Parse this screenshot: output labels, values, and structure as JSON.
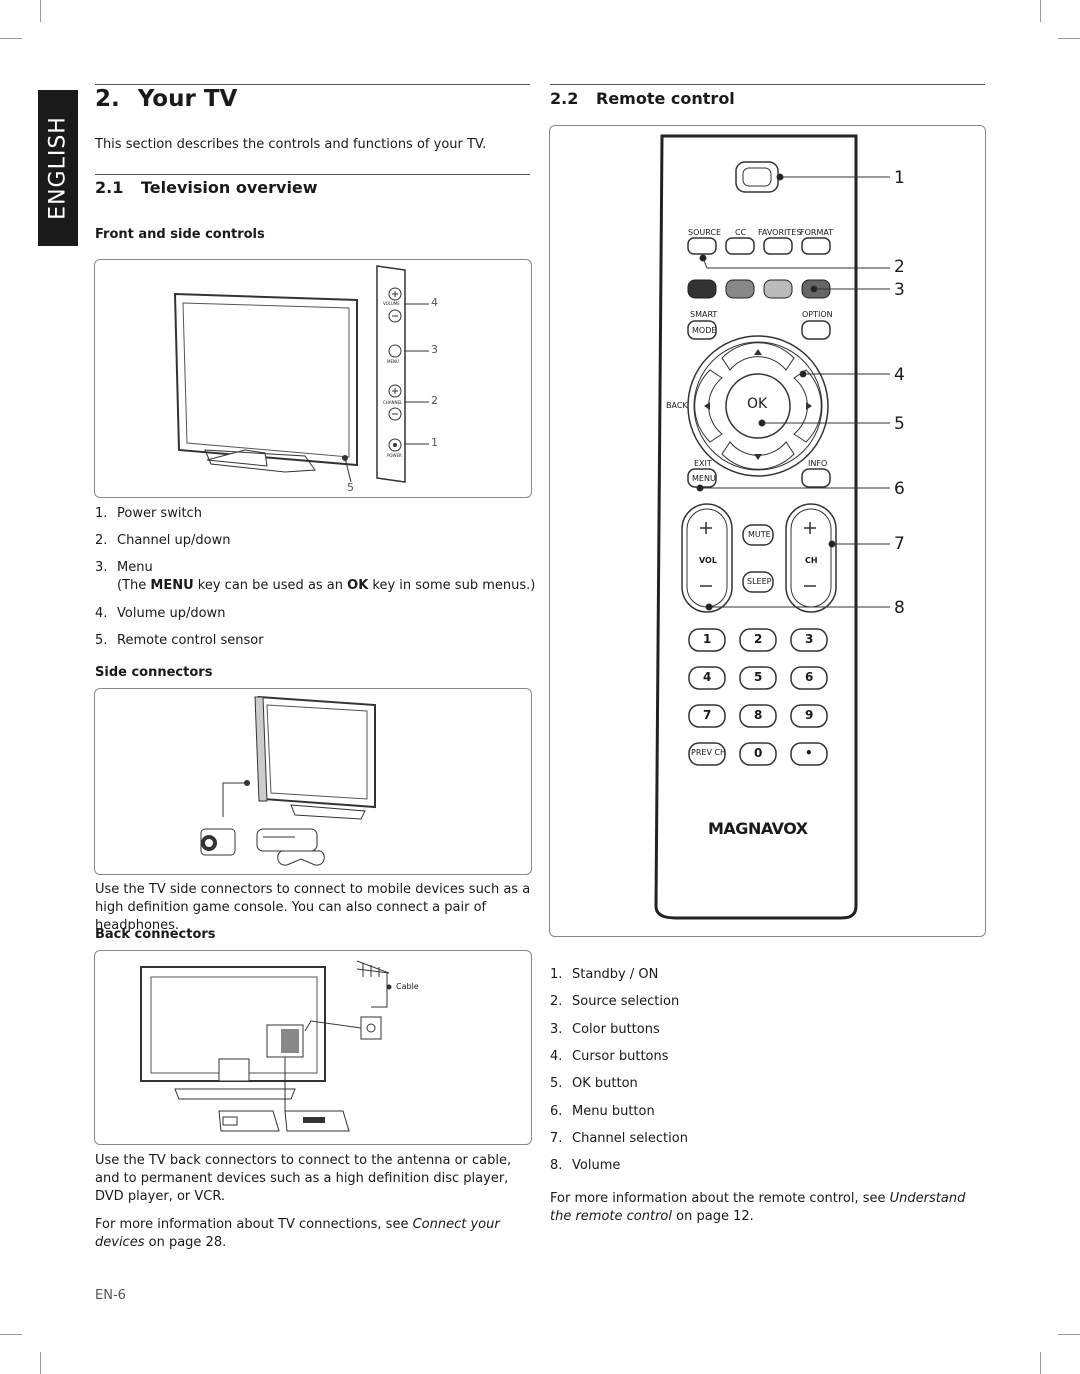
{
  "language_tab": "ENGLISH",
  "chapter": {
    "number": "2.",
    "title": "Your TV"
  },
  "intro": "This section describes the controls and functions of your TV.",
  "sec_2_1": {
    "number": "2.1",
    "title": "Television overview"
  },
  "front": {
    "heading": "Front and side controls",
    "labels": [
      "4",
      "3",
      "2",
      "1",
      "5"
    ],
    "panel_labels": [
      "VOLUME",
      "MENU",
      "CHANNEL",
      "POWER"
    ],
    "items": [
      {
        "num": "1.",
        "text": "Power switch"
      },
      {
        "num": "2.",
        "text": "Channel up/down"
      },
      {
        "num": "3.",
        "text": "Menu"
      },
      {
        "num": "4.",
        "text": "Volume up/down"
      },
      {
        "num": "5.",
        "text": "Remote control sensor"
      }
    ],
    "menu_note": {
      "pre": "(The ",
      "menu": "MENU",
      "mid": " key can be used as an ",
      "ok": "OK",
      "post": " key in some sub menus.)"
    }
  },
  "side": {
    "heading": "Side connectors",
    "text": "Use the TV side connectors to connect to mobile devices such as a high definition game console. You can also connect a pair of headphones."
  },
  "back": {
    "heading": "Back connectors",
    "cable_label": "Cable",
    "text": "Use the TV back connectors to connect to the antenna or cable, and to permanent devices such as a high definition disc player, DVD player, or VCR.",
    "more_pre": "For more information about TV connections, see ",
    "more_link": "Connect your devices",
    "more_post": " on page 28."
  },
  "sec_2_2": {
    "number": "2.2",
    "title": "Remote control"
  },
  "remote": {
    "callouts": [
      "1",
      "2",
      "3",
      "4",
      "5",
      "6",
      "7",
      "8"
    ],
    "labels": {
      "source": "SOURCE",
      "cc": "CC",
      "favorites": "FAVORITES",
      "format": "FORMAT",
      "smart": "SMART",
      "mode": "MODE",
      "option": "OPTION",
      "back": "BACK",
      "ok": "OK",
      "exit": "EXIT",
      "info": "INFO",
      "menu": "MENU",
      "mute": "MUTE",
      "sleep": "SLEEP",
      "vol": "VOL",
      "ch": "CH",
      "prevch": "PREV CH",
      "brand": "MAGNAVOX"
    },
    "digits": [
      "1",
      "2",
      "3",
      "4",
      "5",
      "6",
      "7",
      "8",
      "9",
      "0",
      "•"
    ],
    "items": [
      {
        "num": "1.",
        "text": "Standby / ON"
      },
      {
        "num": "2.",
        "text": "Source selection"
      },
      {
        "num": "3.",
        "text": "Color buttons"
      },
      {
        "num": "4.",
        "text": "Cursor buttons"
      },
      {
        "num": "5.",
        "text": "OK button"
      },
      {
        "num": "6.",
        "text": "Menu button"
      },
      {
        "num": "7.",
        "text": "Channel selection"
      },
      {
        "num": "8.",
        "text": "Volume"
      }
    ],
    "more_pre": "For more information about the remote control, see ",
    "more_link": "Understand the remote control",
    "more_post": " on page 12."
  },
  "footer": "EN-6",
  "colors": {
    "tab": "#1a1a1a",
    "rule": "#555555",
    "remote_body": "#ffffff"
  }
}
